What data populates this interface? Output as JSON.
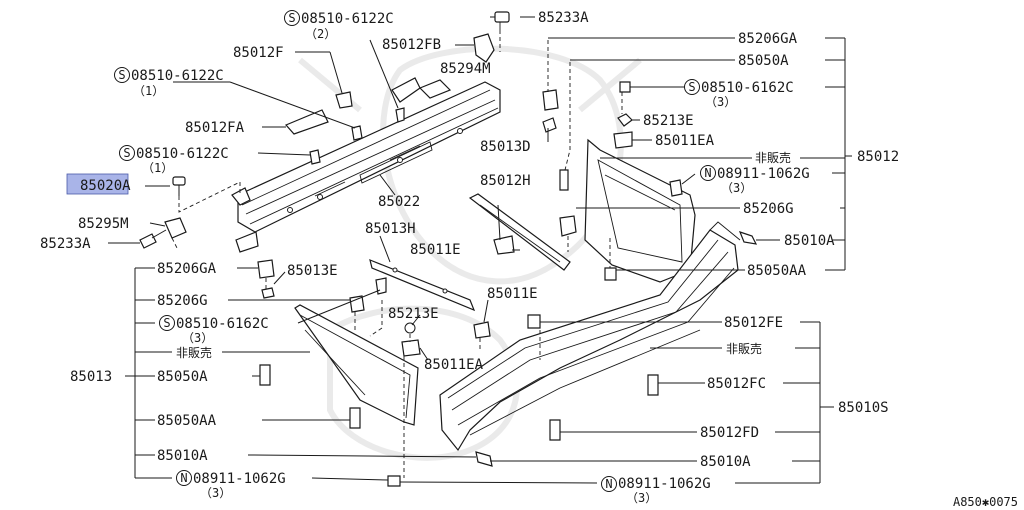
{
  "diagram": {
    "ref_code": "A850✱0075",
    "not_for_sale": "非販売",
    "highlighted_part": "85020A",
    "labels": {
      "p08510_6122C_2": "08510-6122C",
      "p08510_6122C_2_qty": "（2）",
      "p85233A_top": "85233A",
      "p85206GA_right": "85206GA",
      "p85012F": "85012F",
      "p85012FB": "85012FB",
      "p85050A_right": "85050A",
      "p85294M": "85294M",
      "p08510_6122C_1a": "08510-6122C",
      "p08510_6122C_1a_qty": "（1）",
      "p08510_6162C_3_right": "08510-6162C",
      "p08510_6162C_3_right_qty": "（3）",
      "p85213E_right": "85213E",
      "p85012FA": "85012FA",
      "p85011EA_right": "85011EA",
      "p85013D": "85013D",
      "p08510_6122C_1b": "08510-6122C",
      "p08510_6122C_1b_qty": "（1）",
      "p85012_right": "85012",
      "p08911_1062G_3_right": "08911-1062G",
      "p08911_1062G_3_right_qty": "（3）",
      "p85020A": "85020A",
      "p85012H": "85012H",
      "p85022": "85022",
      "p85206G_right": "85206G",
      "p85295M": "85295M",
      "p85013H": "85013H",
      "p85233A_left": "85233A",
      "p85011E_mid": "85011E",
      "p85010A_right": "85010A",
      "p85206GA_left": "85206GA",
      "p85013E": "85013E",
      "p85050AA_right": "85050AA",
      "p85011E_lower": "85011E",
      "p85206G_left": "85206G",
      "p08510_6162C_3_left": "08510-6162C",
      "p08510_6162C_3_left_qty": "（3）",
      "p85213E_left": "85213E",
      "p85012FE": "85012FE",
      "p85013": "85013",
      "p85050A_left": "85050A",
      "p85011EA_left": "85011EA",
      "p85012FC": "85012FC",
      "p85010S": "85010S",
      "p85050AA_left": "85050AA",
      "p85012FD": "85012FD",
      "p85010A_left": "85010A",
      "p85010A_lower": "85010A",
      "p08911_1062G_3_left": "08911-1062G",
      "p08911_1062G_3_left_qty": "（3）",
      "p08911_1062G_3_bottom": "08911-1062G",
      "p08911_1062G_3_bottom_qty": "（3）"
    },
    "symbols": {
      "screw_mark": "S",
      "nut_mark": "N"
    }
  }
}
